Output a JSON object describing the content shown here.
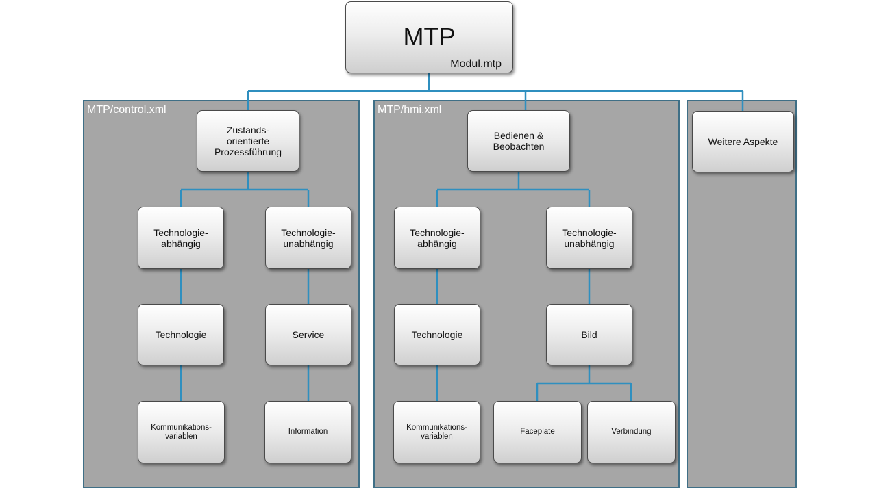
{
  "root": {
    "title": "MTP",
    "subtitle": "Modul.mtp"
  },
  "panels": {
    "control": {
      "title": "MTP/control.xml"
    },
    "hmi": {
      "title": "MTP/hmi.xml"
    }
  },
  "control": {
    "top": "Zustands-\norientierte\nProzessführung",
    "left": {
      "level1": "Technologie-\nabhängig",
      "level2": "Technologie",
      "level3": "Kommunikations-\nvariablen"
    },
    "right": {
      "level1": "Technologie-\nunabhängig",
      "level2": "Service",
      "level3": "Information"
    }
  },
  "hmi": {
    "top": "Bedienen &\nBeobachten",
    "left": {
      "level1": "Technologie-\nabhängig",
      "level2": "Technologie",
      "level3": "Kommunikations-\nvariablen"
    },
    "right": {
      "level1": "Technologie-\nunabhängig",
      "level2": "Bild",
      "level3a": "Faceplate",
      "level3b": "Verbindung"
    }
  },
  "other": {
    "top": "Weitere Aspekte"
  },
  "colors": {
    "connector": "#2f8fbf",
    "panel": "#a6a6a6",
    "panel_border": "#3f6f86"
  }
}
